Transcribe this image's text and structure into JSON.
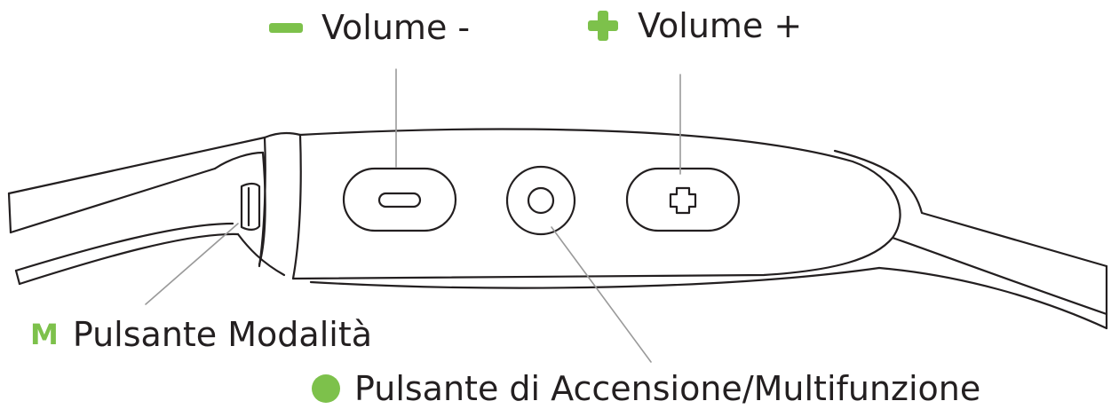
{
  "colors": {
    "accent": "#7dc14b",
    "line": "#231f20",
    "leader": "#9a9a9a"
  },
  "labels": {
    "volume_minus": {
      "text": "Volume -",
      "marker": "minus-icon"
    },
    "volume_plus": {
      "text": "Volume +",
      "marker": "plus-icon"
    },
    "mode": {
      "marker": "M",
      "text": "Pulsante Modalità"
    },
    "power": {
      "text": "Pulsante di Accensione/Multifunzione",
      "marker": "dot-icon"
    }
  }
}
